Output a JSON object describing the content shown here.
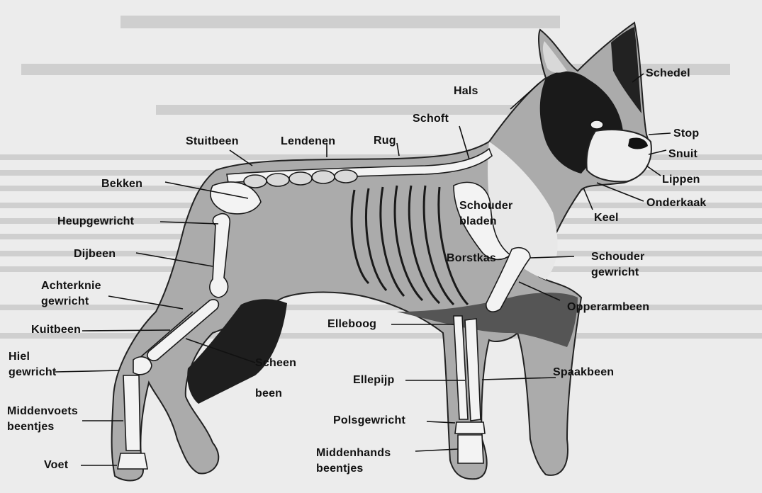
{
  "diagram": {
    "colors": {
      "background": "#ececec",
      "ink": "#111111",
      "body_shade": "#a8a8a8",
      "dark_patch": "#1c1c1c",
      "bone": "#f2f2f2"
    },
    "labels": {
      "schedel": "Schedel",
      "hals": "Hals",
      "schoft": "Schoft",
      "stuitbeen": "Stuitbeen",
      "lendenen": "Lendenen",
      "rug": "Rug",
      "stop": "Stop",
      "snuit": "Snuit",
      "lippen": "Lippen",
      "onderkaak": "Onderkaak",
      "keel": "Keel",
      "bekken": "Bekken",
      "schouderbladen_1": "Schouder",
      "schouderbladen_2": "bladen",
      "heupgewricht": "Heupgewricht",
      "dijbeen": "Dijbeen",
      "borstkas": "Borstkas",
      "schoudergewricht_1": "Schouder",
      "schoudergewricht_2": "gewricht",
      "achterknie_1": "Achterknie",
      "achterknie_2": "gewricht",
      "opperarmbeen": "Opperarmbeen",
      "kuitbeen": "Kuitbeen",
      "elleboog": "Elleboog",
      "hielgewricht_1": "Hiel",
      "hielgewricht_2": "gewricht",
      "scheenbeen_1": "Scheen",
      "scheenbeen_2": "been",
      "ellepijp": "Ellepijp",
      "spaakbeen": "Spaakbeen",
      "middenvoets_1": "Middenvoets",
      "middenvoets_2": "beentjes",
      "polsgewricht": "Polsgewricht",
      "middenhands_1": "Middenhands",
      "middenhands_2": "beentjes",
      "voet": "Voet"
    }
  }
}
